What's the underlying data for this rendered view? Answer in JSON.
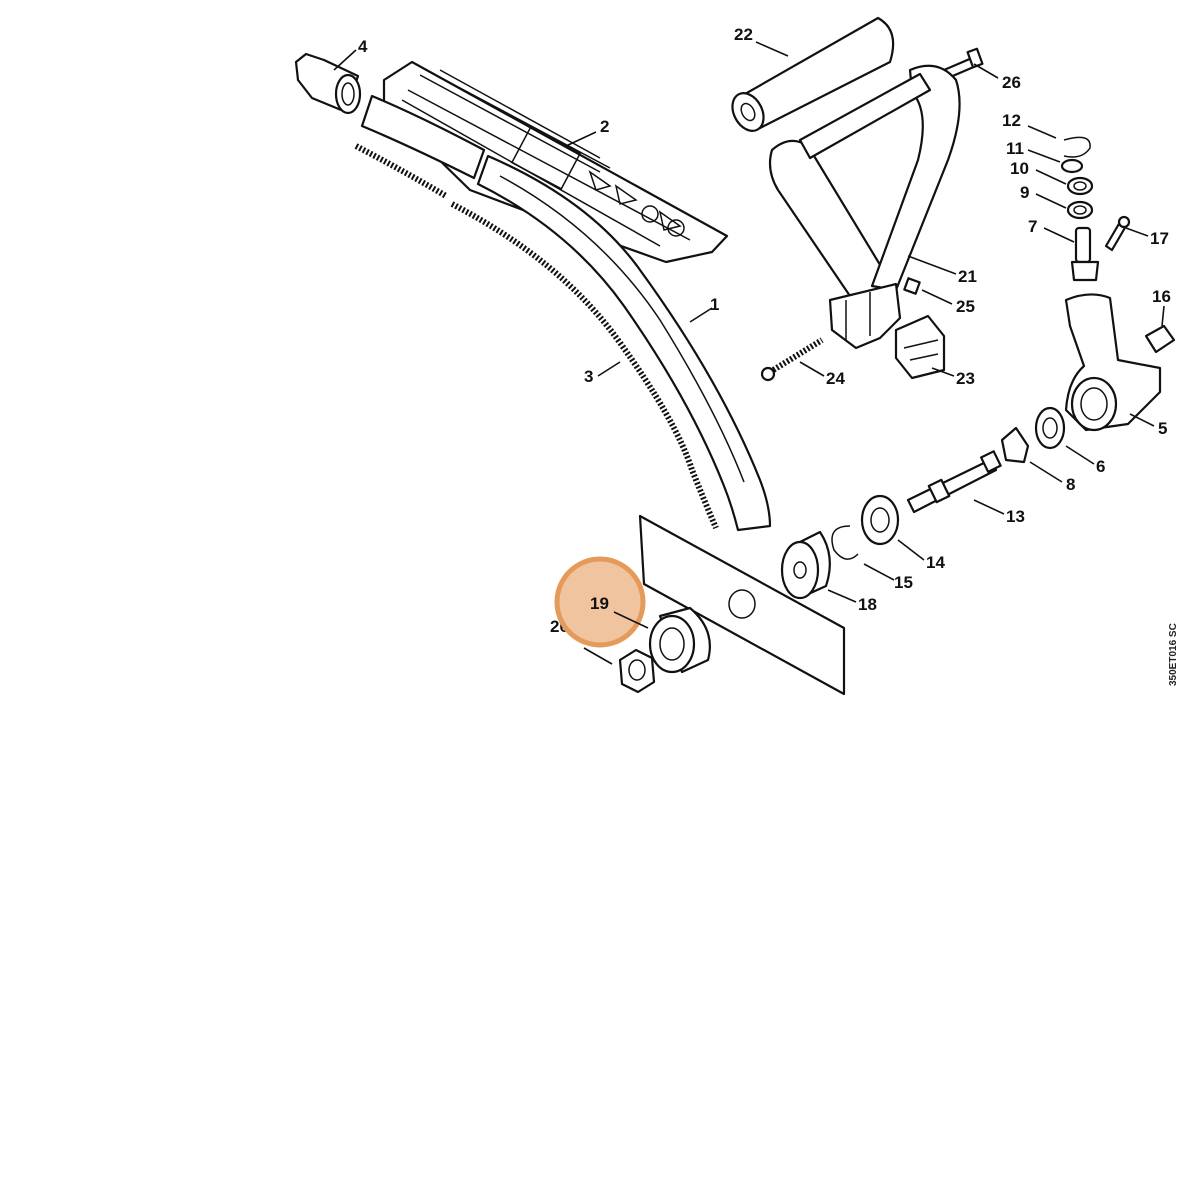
{
  "diagram": {
    "drawing_code": "350ET016 SC",
    "highlight": {
      "label": "19",
      "color": "#e49a5b",
      "fill": "#f0c49f"
    },
    "callouts": [
      "1",
      "2",
      "3",
      "4",
      "5",
      "6",
      "7",
      "8",
      "9",
      "10",
      "11",
      "12",
      "13",
      "14",
      "15",
      "16",
      "17",
      "18",
      "20",
      "21",
      "22",
      "23",
      "24",
      "25",
      "26"
    ]
  }
}
